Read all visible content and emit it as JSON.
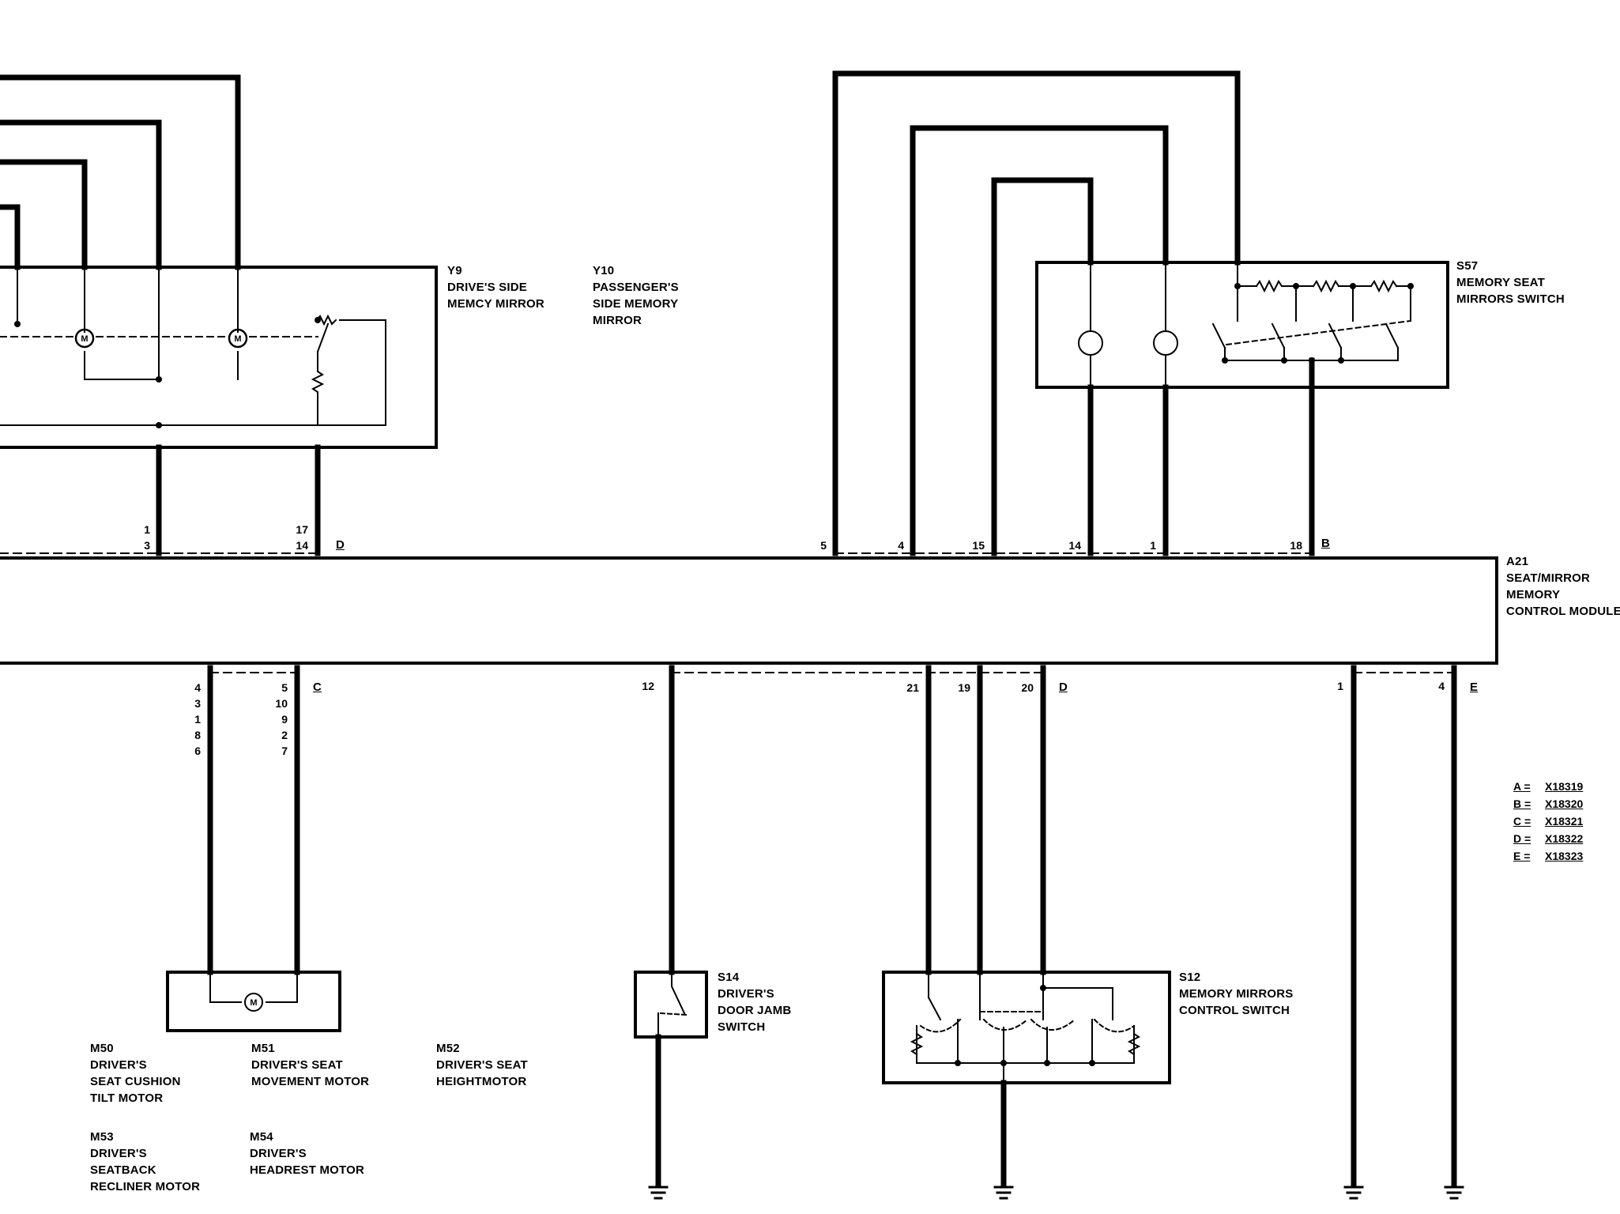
{
  "components": {
    "y9": {
      "id": "Y9",
      "lines": [
        "DRIVE'S SIDE",
        "MEMCY MIRROR"
      ]
    },
    "y10": {
      "id": "Y10",
      "lines": [
        "PASSENGER'S",
        "SIDE MEMORY",
        "MIRROR"
      ]
    },
    "s57": {
      "id": "S57",
      "lines": [
        "MEMORY SEAT",
        "MIRRORS SWITCH"
      ]
    },
    "a21": {
      "id": "A21",
      "lines": [
        "SEAT/MIRROR",
        "MEMORY",
        "CONTROL MODULE"
      ]
    },
    "m50": {
      "id": "M50",
      "lines": [
        "DRIVER'S",
        "SEAT CUSHION",
        "TILT MOTOR"
      ]
    },
    "m51": {
      "id": "M51",
      "lines": [
        "DRIVER'S SEAT",
        "MOVEMENT MOTOR"
      ]
    },
    "m52": {
      "id": "M52",
      "lines": [
        "DRIVER'S SEAT",
        "HEIGHTMOTOR"
      ]
    },
    "m53": {
      "id": "M53",
      "lines": [
        "DRIVER'S",
        "SEATBACK",
        "RECLINER MOTOR"
      ]
    },
    "m54": {
      "id": "M54",
      "lines": [
        "DRIVER'S",
        "HEADREST MOTOR"
      ]
    },
    "s14": {
      "id": "S14",
      "lines": [
        "DRIVER'S",
        "DOOR JAMB",
        "SWITCH"
      ]
    },
    "s12": {
      "id": "S12",
      "lines": [
        "MEMORY MIRRORS",
        "CONTROL SWITCH"
      ]
    }
  },
  "pins": {
    "y9_left": {
      "upper": "1",
      "lower": "3"
    },
    "y9_right": {
      "upper": "17",
      "lower": "14"
    },
    "top_d": "D",
    "top_b": "B",
    "s57_pins": [
      "5",
      "4",
      "15",
      "14",
      "1",
      "18"
    ],
    "c_left": [
      "4",
      "3",
      "1",
      "8",
      "6"
    ],
    "c_right": [
      "5",
      "10",
      "9",
      "2",
      "7"
    ],
    "c_conn": "C",
    "d_pins": [
      "12",
      "21",
      "19",
      "20"
    ],
    "d_conn": "D",
    "e_pins": [
      "1",
      "4"
    ],
    "e_conn": "E"
  },
  "motor_symbol": "M",
  "legend": [
    {
      "key": "A =",
      "value": "X18319"
    },
    {
      "key": "B =",
      "value": "X18320"
    },
    {
      "key": "C =",
      "value": "X18321"
    },
    {
      "key": "D =",
      "value": "X18322"
    },
    {
      "key": "E =",
      "value": "X18323"
    }
  ]
}
